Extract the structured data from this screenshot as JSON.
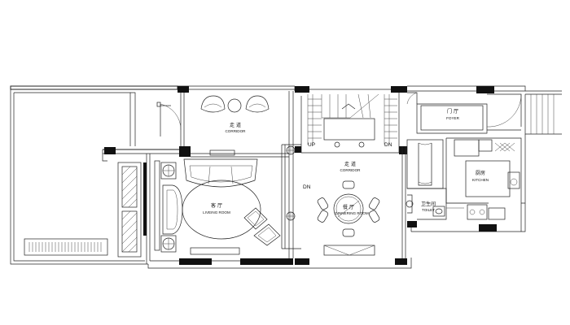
{
  "rooms": {
    "corridor_top": {
      "cn": "走 道",
      "en": "CORRIDOR"
    },
    "living": {
      "cn": "客 厅",
      "en": "LIVEING ROOM"
    },
    "corridor_mid": {
      "cn": "走 道",
      "en": "CORRIDOR"
    },
    "dining": {
      "cn": "餐 厅",
      "en": "DINNERING ROOM"
    },
    "foyer": {
      "cn": "门 厅",
      "en": "FOYER"
    },
    "kitchen": {
      "cn": "厨房",
      "en": "KITCHEN"
    },
    "toilet": {
      "cn": "卫生间",
      "en": "TOILET"
    }
  },
  "stairs": {
    "up": "UP",
    "down": "DN"
  },
  "step": {
    "down": "DN"
  },
  "colors": {
    "line": "#222222",
    "wall": "#111111",
    "background": "#ffffff"
  }
}
